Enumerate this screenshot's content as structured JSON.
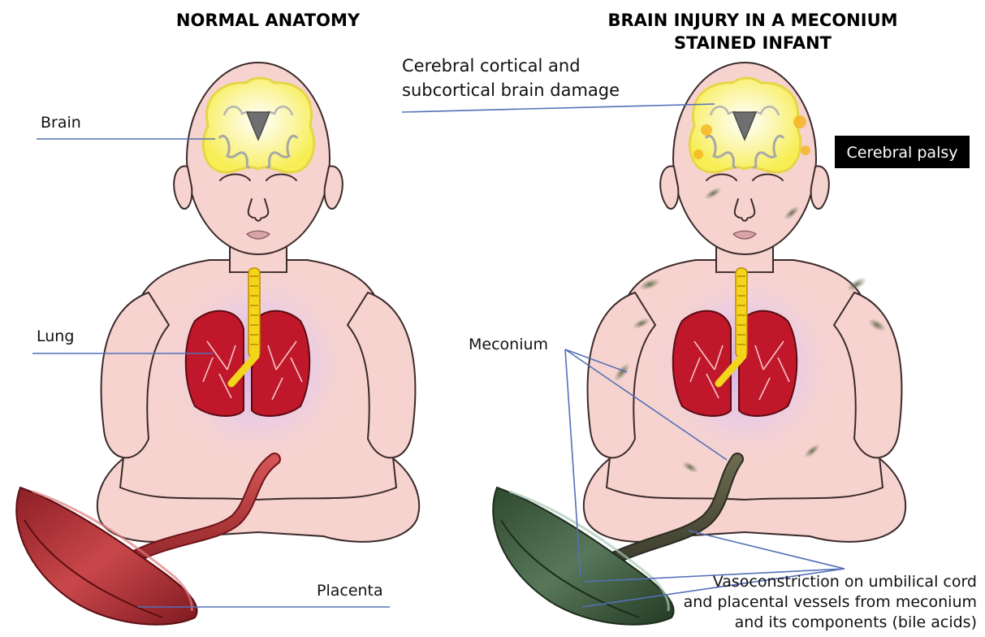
{
  "titles": {
    "left": "NORMAL ANATOMY",
    "right_line1": "BRAIN INJURY IN A MECONIUM",
    "right_line2": "STAINED INFANT"
  },
  "labels": {
    "brain": "Brain",
    "lung": "Lung",
    "placenta": "Placenta",
    "cerebral_damage_line1": "Cerebral cortical and",
    "cerebral_damage_line2": "subcortical brain damage",
    "cerebral_palsy": "Cerebral palsy",
    "meconium": "Meconium",
    "vasoconstriction_line1": "Vasoconstriction on umbilical cord",
    "vasoconstriction_line2": "and placental vessels from meconium",
    "vasoconstriction_line3": "and its components (bile acids)"
  },
  "colors": {
    "skin": "#f6d3cf",
    "brain_yellow": "#f7ee56",
    "lung_red": "#c0182a",
    "trachea_yellow": "#f3d51c",
    "placenta_red": "#b8353a",
    "placenta_green": "#3f5f3c",
    "leader_line": "#5470b8",
    "badge_bg": "#000000",
    "badge_text": "#ffffff"
  }
}
